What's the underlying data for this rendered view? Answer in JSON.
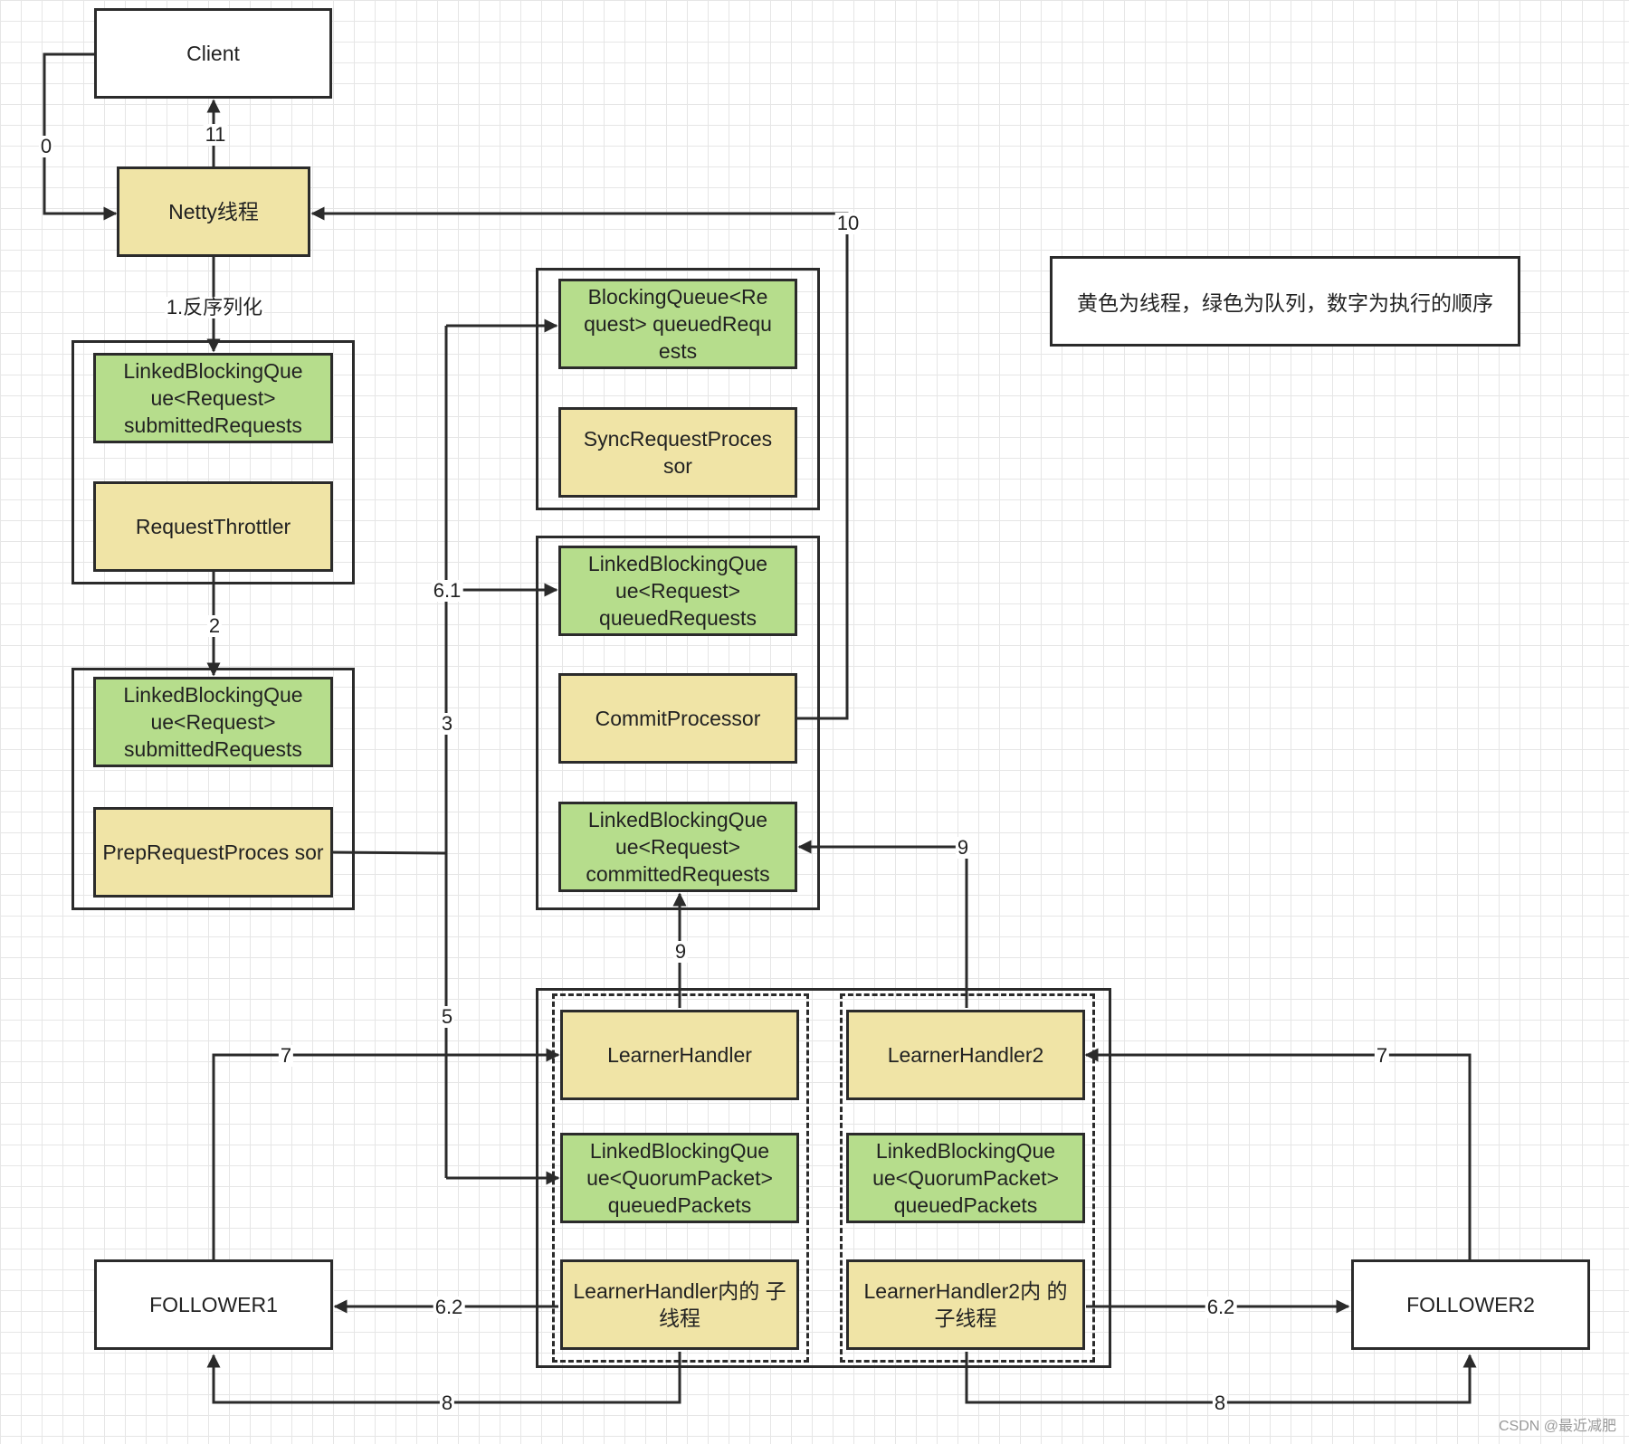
{
  "nodes": {
    "client": "Client",
    "netty": "Netty线程",
    "q_submitted_1": "LinkedBlockingQue ue<Request> submittedRequests",
    "throttler": "RequestThrottler",
    "q_submitted_2": "LinkedBlockingQue ue<Request> submittedRequests",
    "prep": "PrepRequestProces sor",
    "q_blocking": "BlockingQueue<Re quest> queuedRequ ests",
    "sync": "SyncRequestProces sor",
    "q_queued": "LinkedBlockingQue ue<Request> queuedRequests",
    "commit": "CommitProcessor",
    "q_committed": "LinkedBlockingQue ue<Request> committedRequests",
    "learner1": "LearnerHandler",
    "packets1": "LinkedBlockingQue ue<QuorumPacket> queuedPackets",
    "sub1": "LearnerHandler内的 子线程",
    "learner2": "LearnerHandler2",
    "packets2": "LinkedBlockingQue ue<QuorumPacket> queuedPackets",
    "sub2": "LearnerHandler2内 的子线程",
    "follower1": "FOLLOWER1",
    "follower2": "FOLLOWER2"
  },
  "edges": {
    "e0": "0",
    "e11": "11",
    "e10": "10",
    "e1": "1.反序列化",
    "e2": "2",
    "e3": "3",
    "e61": "6.1",
    "e5": "5",
    "e9a": "9",
    "e9b": "9",
    "e7a": "7",
    "e7b": "7",
    "e62a": "6.2",
    "e62b": "6.2",
    "e8a": "8",
    "e8b": "8"
  },
  "legend": "黄色为线程，绿色为队列，数字为执行的顺序",
  "watermark": "CSDN @最近减肥",
  "colors": {
    "thread": "#f0e4a6",
    "queue": "#b6dd8c",
    "stroke": "#2b2b2b"
  }
}
